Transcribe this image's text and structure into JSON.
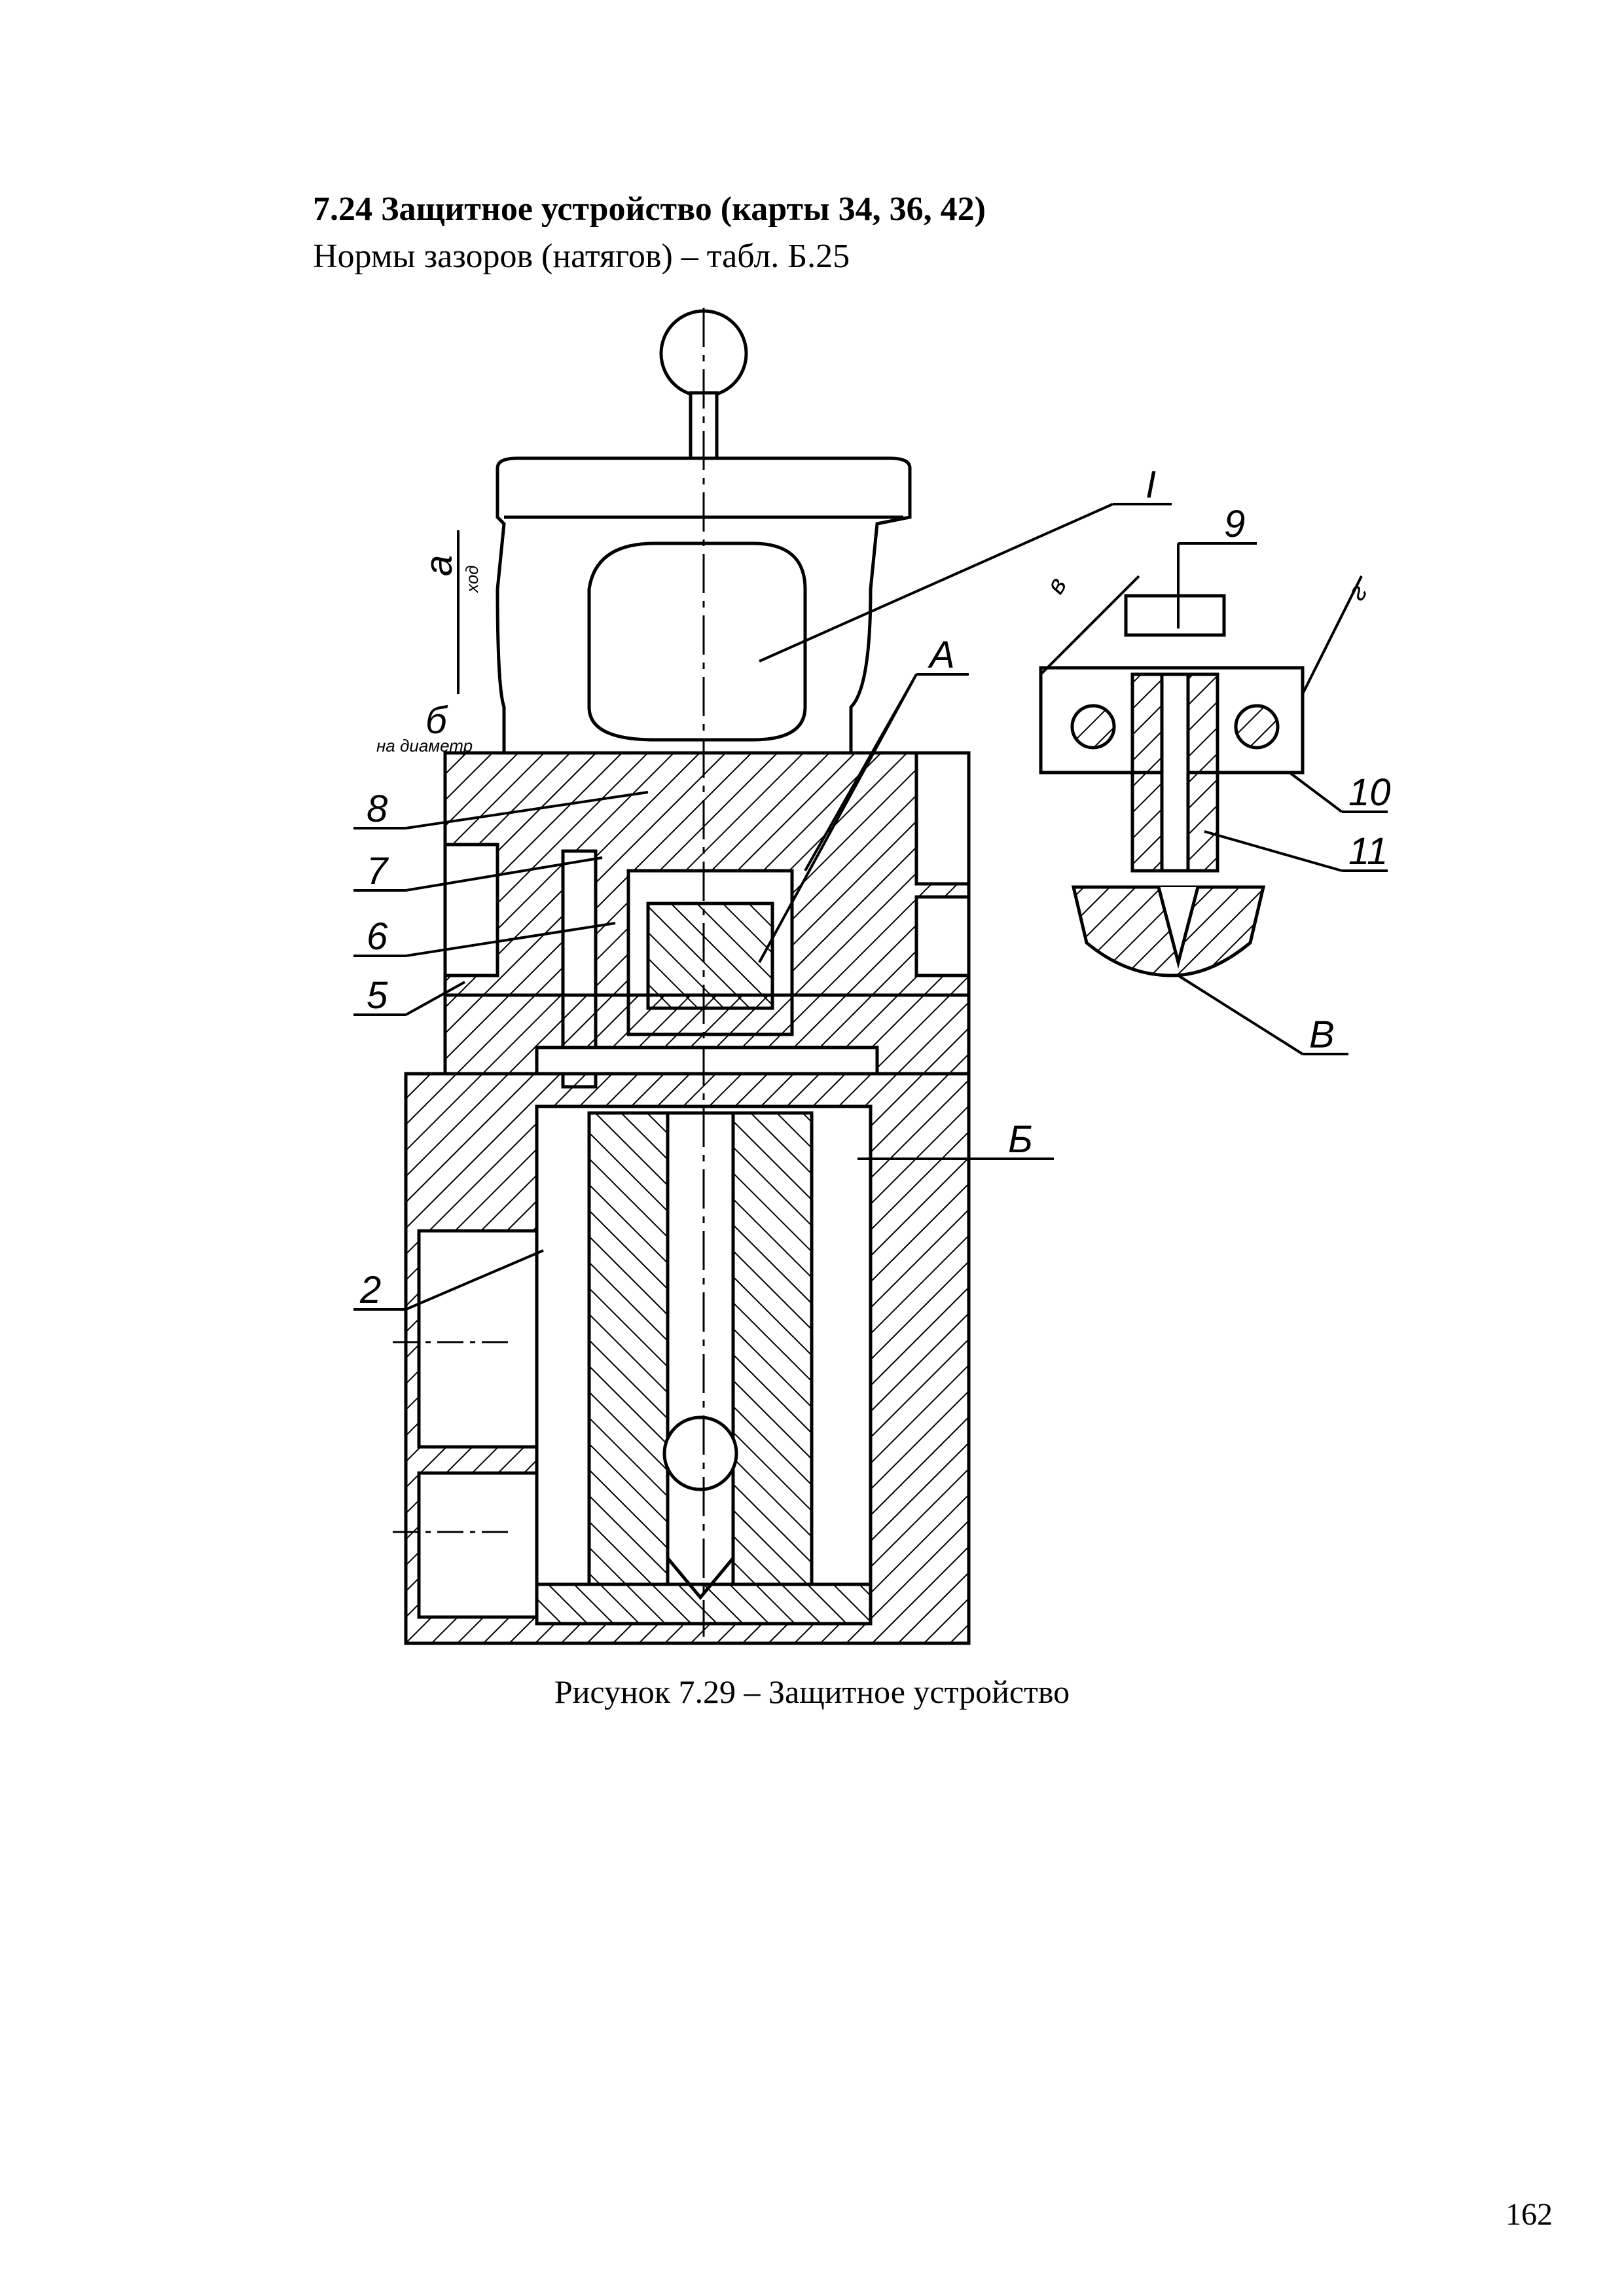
{
  "heading": "7.24 Защитное устройство (карты 34, 36, 42)",
  "subheading": "Нормы  зазоров (натягов) – табл. Б.25",
  "figure": {
    "caption": "Рисунок 7.29 – Защитное устройство",
    "labels": {
      "l1": "I",
      "l2": "2",
      "l5": "5",
      "l6": "6",
      "l7": "7",
      "l8": "8",
      "l9": "9",
      "l10": "10",
      "l11": "11",
      "A": "А",
      "B_cyr": "Б",
      "V": "В",
      "a": "а",
      "hod": "ход",
      "b": "б",
      "na_diametr": "на диаметр",
      "v_small": "в",
      "g_small": "г"
    }
  },
  "page_number": "162"
}
